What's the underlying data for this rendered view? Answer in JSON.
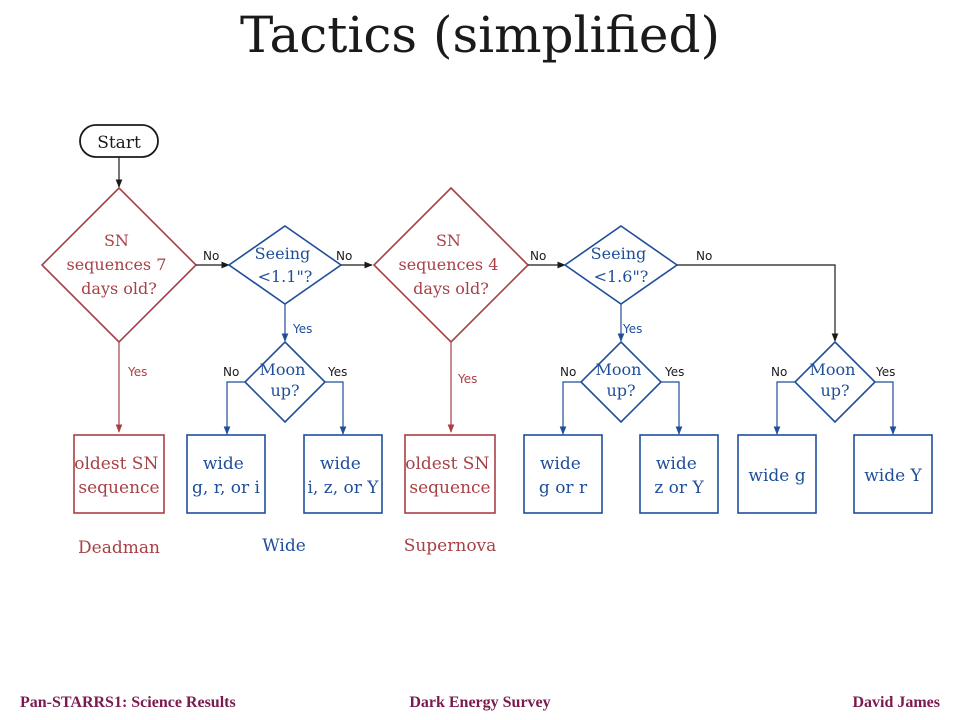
{
  "title": "Tactics (simplified)",
  "colors": {
    "red": "#a84046",
    "blue": "#1f4e9a",
    "black": "#1a1a1a",
    "footer": "#7a1a4e"
  },
  "start": "Start",
  "decisions": {
    "sn7": [
      "SN",
      "sequences 7",
      "days old?"
    ],
    "seeing1": [
      "Seeing",
      "<1.1\"?"
    ],
    "sn4": [
      "SN",
      "sequences 4",
      "days old?"
    ],
    "seeing2": [
      "Seeing",
      "<1.6\"?"
    ],
    "moon1": [
      "Moon",
      "up?"
    ],
    "moon2": [
      "Moon",
      "up?"
    ],
    "moon3": [
      "Moon",
      "up?"
    ]
  },
  "edge_labels": {
    "no": "No",
    "yes": "Yes"
  },
  "boxes": {
    "deadman": [
      "oldest SN",
      "sequence"
    ],
    "wide_gri": [
      "wide",
      "g, r, or i"
    ],
    "wide_izY": [
      "wide",
      "i, z, or Y"
    ],
    "supernova": [
      "oldest SN",
      "sequence"
    ],
    "wide_gr": [
      "wide",
      "g or r"
    ],
    "wide_zY": [
      "wide",
      "z or Y"
    ],
    "wide_g": [
      "wide g"
    ],
    "wide_Y": [
      "wide Y"
    ]
  },
  "group_labels": {
    "deadman": "Deadman",
    "wide": "Wide",
    "supernova": "Supernova"
  },
  "footer": {
    "left": "Pan-STARRS1: Science Results",
    "center": "Dark Energy Survey",
    "right": "David James"
  }
}
